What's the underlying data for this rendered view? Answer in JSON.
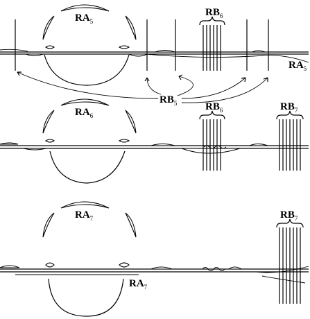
{
  "panels": [
    {
      "id": "top",
      "labels": {
        "ra": "RA",
        "ra_sub": "5",
        "rb": "RB",
        "rb_sub": "6",
        "ra_right": "RA",
        "ra_right_sub": "5",
        "rb_mid": "RB",
        "rb_mid_sub": "5"
      }
    },
    {
      "id": "middle",
      "labels": {
        "ra": "RA",
        "ra_sub": "6",
        "rb": "RB",
        "rb_sub": "6",
        "rb2": "RB",
        "rb2_sub": "7"
      }
    },
    {
      "id": "bottom",
      "labels": {
        "ra": "RA",
        "ra_sub": "7",
        "rb": "RB",
        "rb_sub": "7",
        "ra_low": "RA",
        "ra_low_sub": "7"
      }
    }
  ]
}
